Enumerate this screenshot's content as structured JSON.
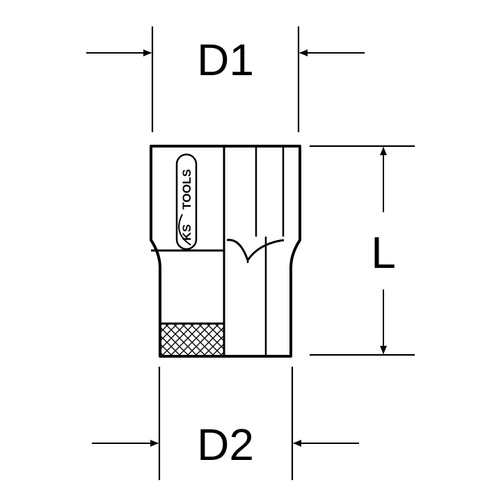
{
  "labels": {
    "d1": "D1",
    "d2": "D2",
    "l": "L"
  },
  "logo": {
    "text_ks": "KS",
    "text_tools": "TOOLS",
    "icon": "ks-tools-logo"
  },
  "colors": {
    "stroke": "#000000",
    "background": "#ffffff"
  }
}
